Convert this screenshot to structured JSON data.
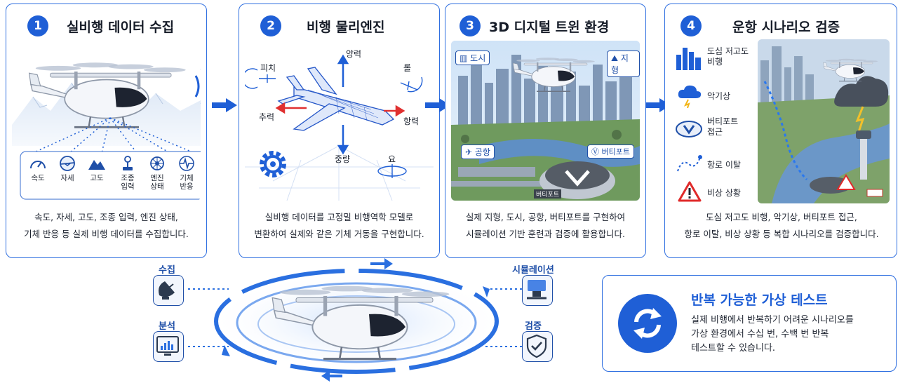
{
  "colors": {
    "accent": "#1f5fd6",
    "panel_border": "#2f6fe0",
    "text": "#1e2430"
  },
  "panels": [
    {
      "num": "1",
      "title": "실비행 데이터 수집",
      "desc": [
        "속도, 자세, 고도, 조종 입력, 엔진 상태,",
        "기체 반응 등 실제 비행 데이터를 수집합니다."
      ],
      "sensors": [
        "속도",
        "자세",
        "고도",
        "조종\n입력",
        "엔진\n상태",
        "기체\n반응"
      ]
    },
    {
      "num": "2",
      "title": "비행 물리엔진",
      "desc": [
        "실비행 데이터를 고정밀 비행역학 모델로",
        "변환하여 실제와 같은 기체 거동을 구현합니다."
      ],
      "forces": {
        "lift": "양력",
        "pitch": "피치",
        "roll": "롤",
        "thrust": "추력",
        "drag": "항력",
        "weight": "중량",
        "yaw": "요"
      }
    },
    {
      "num": "3",
      "title": "3D 디지털 트윈 환경",
      "desc": [
        "실제 지형, 도시, 공항, 버티포트를 구현하여",
        "시뮬레이션 기반 훈련과 검증에 활용합니다."
      ],
      "tags": {
        "city": "도시",
        "terrain": "지형",
        "airport": "공항",
        "vertiport": "버티포트"
      },
      "pad_sign": "버티포트"
    },
    {
      "num": "4",
      "title": "운항 시나리오 검증",
      "desc": [
        "도심 저고도 비행, 악기상, 버티포트 접근,",
        "항로 이탈, 비상 상황 등 복합 시나리오를 검증합니다."
      ],
      "scenarios": [
        "도심 저고도\n비행",
        "악기상",
        "버티포트\n접근",
        "항로 이탈",
        "비상 상황"
      ]
    }
  ],
  "loop": {
    "collect": "수집",
    "analyze": "분석",
    "simulation": "시뮬레이션",
    "verify": "검증"
  },
  "virtual_test": {
    "title": "반복 가능한 가상 테스트",
    "lines": [
      "실제 비행에서 반복하기 어려운 시나리오를",
      "가상 환경에서 수십 번, 수백 번 반복",
      "테스트할 수 있습니다."
    ]
  }
}
